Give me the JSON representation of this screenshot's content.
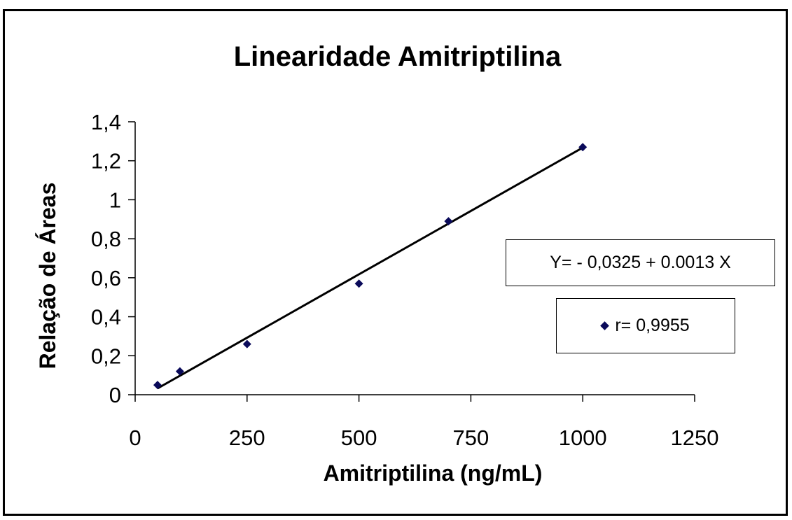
{
  "chart_data": {
    "type": "scatter",
    "title": "Linearidade Amitriptilina",
    "xlabel": "Amitriptilina (ng/mL)",
    "ylabel": "Relação de Áreas",
    "xlim": [
      0,
      1250
    ],
    "ylim": [
      0,
      1.4
    ],
    "x_ticks": [
      0,
      250,
      500,
      750,
      1000,
      1250
    ],
    "x_tick_labels": [
      "0",
      "250",
      "500",
      "750",
      "1000",
      "1250"
    ],
    "y_ticks": [
      0,
      0.2,
      0.4,
      0.6,
      0.8,
      1,
      1.2,
      1.4
    ],
    "y_tick_labels": [
      "0",
      "0,2",
      "0,4",
      "0,6",
      "0,8",
      "1",
      "1,2",
      "1,4"
    ],
    "grid": false,
    "series": [
      {
        "name": "r= 0,9955",
        "x": [
          50,
          100,
          250,
          500,
          700,
          1000
        ],
        "y": [
          0.05,
          0.12,
          0.26,
          0.57,
          0.89,
          1.27
        ]
      }
    ],
    "trendline": {
      "intercept": -0.0325,
      "slope": 0.0013
    },
    "annotation": "Y= - 0,0325 + 0.0013 X",
    "legend_position": "right",
    "colors": {
      "marker": "#0a0a5a",
      "line": "#000000"
    }
  }
}
